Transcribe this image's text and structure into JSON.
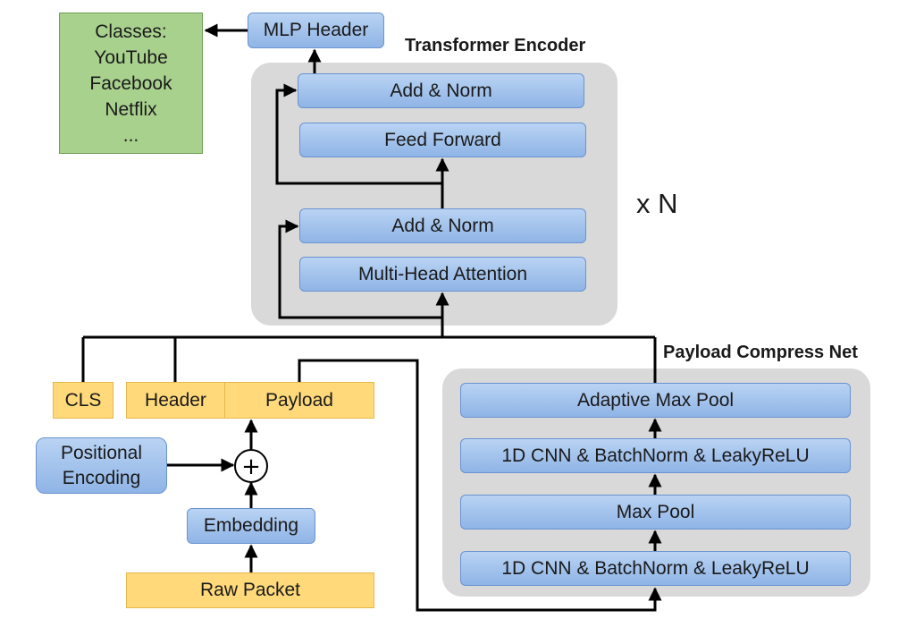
{
  "classes": {
    "heading": "Classes:",
    "items": [
      "YouTube",
      "Facebook",
      "Netflix",
      "..."
    ]
  },
  "mlp_header": "MLP Header",
  "transformer": {
    "title": "Transformer Encoder",
    "add_norm_top": "Add & Norm",
    "feed_forward": "Feed Forward",
    "add_norm_bottom": "Add & Norm",
    "multi_head_attention": "Multi-Head Attention",
    "repeat": "x N"
  },
  "tokens": {
    "cls": "CLS",
    "header": "Header",
    "payload": "Payload"
  },
  "positional_encoding": "Positional Encoding",
  "plus_symbol": "+",
  "embedding": "Embedding",
  "raw_packet": "Raw Packet",
  "compress_net": {
    "title": "Payload Compress Net",
    "adaptive_max_pool": "Adaptive Max Pool",
    "cnn_top": "1D CNN & BatchNorm & LeakyReLU",
    "max_pool": "Max Pool",
    "cnn_bottom": "1D CNN & BatchNorm & LeakyReLU"
  },
  "colors": {
    "panel": "#d9d9d9",
    "block_blue": "#9dbdea",
    "token_yellow": "#ffd97a",
    "classes_green": "#a9d18e",
    "wire": "#000000"
  }
}
